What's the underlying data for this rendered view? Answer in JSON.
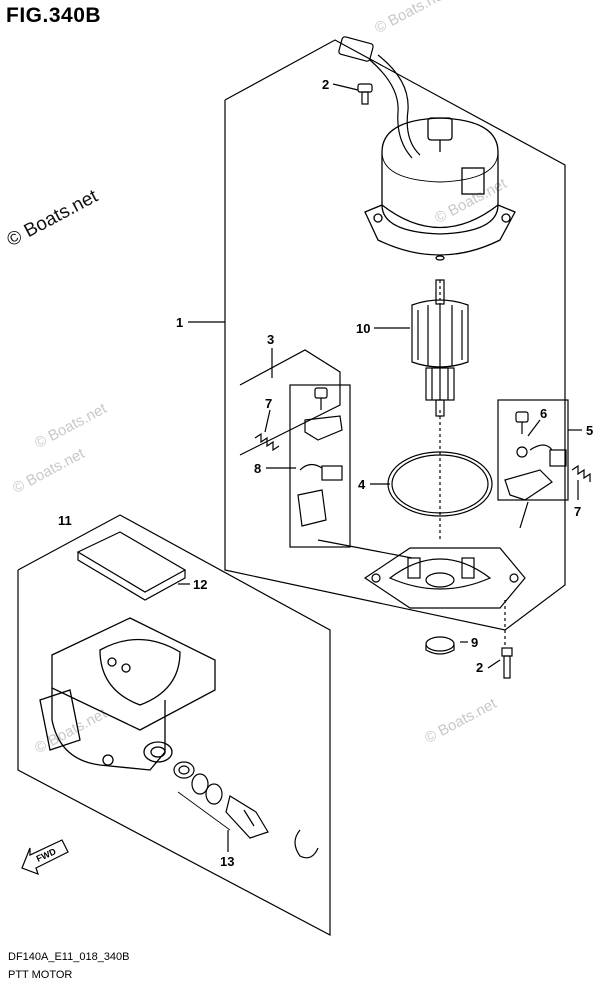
{
  "figure": {
    "title": "FIG.340B",
    "code": "DF140A_E11_018_340B",
    "name": "PTT MOTOR"
  },
  "watermark": {
    "main": "© Boats.net",
    "faint": "© Boats.net"
  },
  "fwd_label": "FWD",
  "callouts": [
    {
      "id": "c1",
      "label": "1"
    },
    {
      "id": "c2a",
      "label": "2"
    },
    {
      "id": "c2b",
      "label": "2"
    },
    {
      "id": "c3",
      "label": "3"
    },
    {
      "id": "c4",
      "label": "4"
    },
    {
      "id": "c5",
      "label": "5"
    },
    {
      "id": "c6",
      "label": "6"
    },
    {
      "id": "c7a",
      "label": "7"
    },
    {
      "id": "c7b",
      "label": "7"
    },
    {
      "id": "c8",
      "label": "8"
    },
    {
      "id": "c9",
      "label": "9"
    },
    {
      "id": "c10",
      "label": "10"
    },
    {
      "id": "c11",
      "label": "11"
    },
    {
      "id": "c12",
      "label": "12"
    },
    {
      "id": "c13",
      "label": "13"
    }
  ]
}
